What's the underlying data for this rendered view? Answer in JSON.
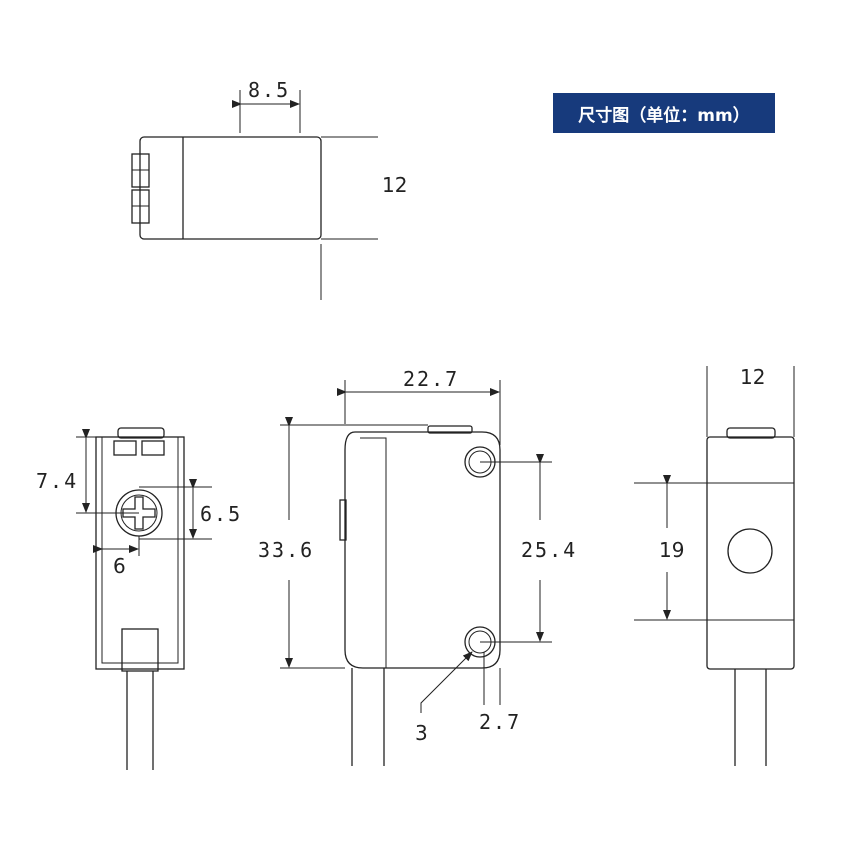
{
  "legend": {
    "label": "尺寸图（单位：mm）",
    "bg_color": "#173a7c"
  },
  "dimensions": {
    "top_view_offset": "8.5",
    "top_view_height": "12",
    "side_screw_height": "7.4",
    "side_screw_dia": "6.5",
    "side_screw_offset": "6",
    "front_width": "22.7",
    "front_height": "33.6",
    "hole_spacing": "25.4",
    "hole_dia": "3",
    "hole_edge": "2.7",
    "right_view_width": "12",
    "lens_height": "19"
  },
  "colors": {
    "line": "#222222",
    "accent": "#173a7c"
  }
}
